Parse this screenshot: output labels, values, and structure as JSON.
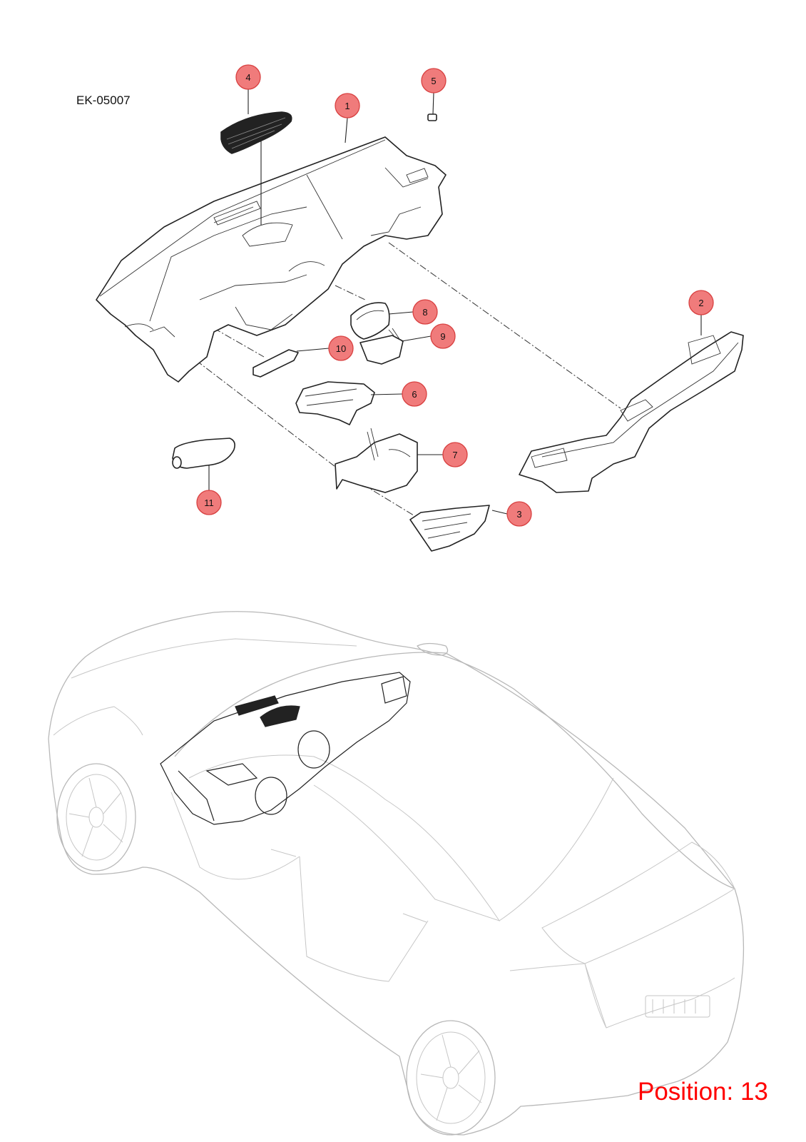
{
  "diagram_code": "EK-05007",
  "position_label": "Position: 13",
  "callouts": [
    "1",
    "2",
    "3",
    "4",
    "5",
    "6",
    "7",
    "8",
    "9",
    "10",
    "11"
  ],
  "colors": {
    "callout_fill": "#f07b7b",
    "callout_stroke": "#d84040",
    "position_text": "#ff0000",
    "line_art": "#222222",
    "car_outline": "#b8b8b8"
  }
}
